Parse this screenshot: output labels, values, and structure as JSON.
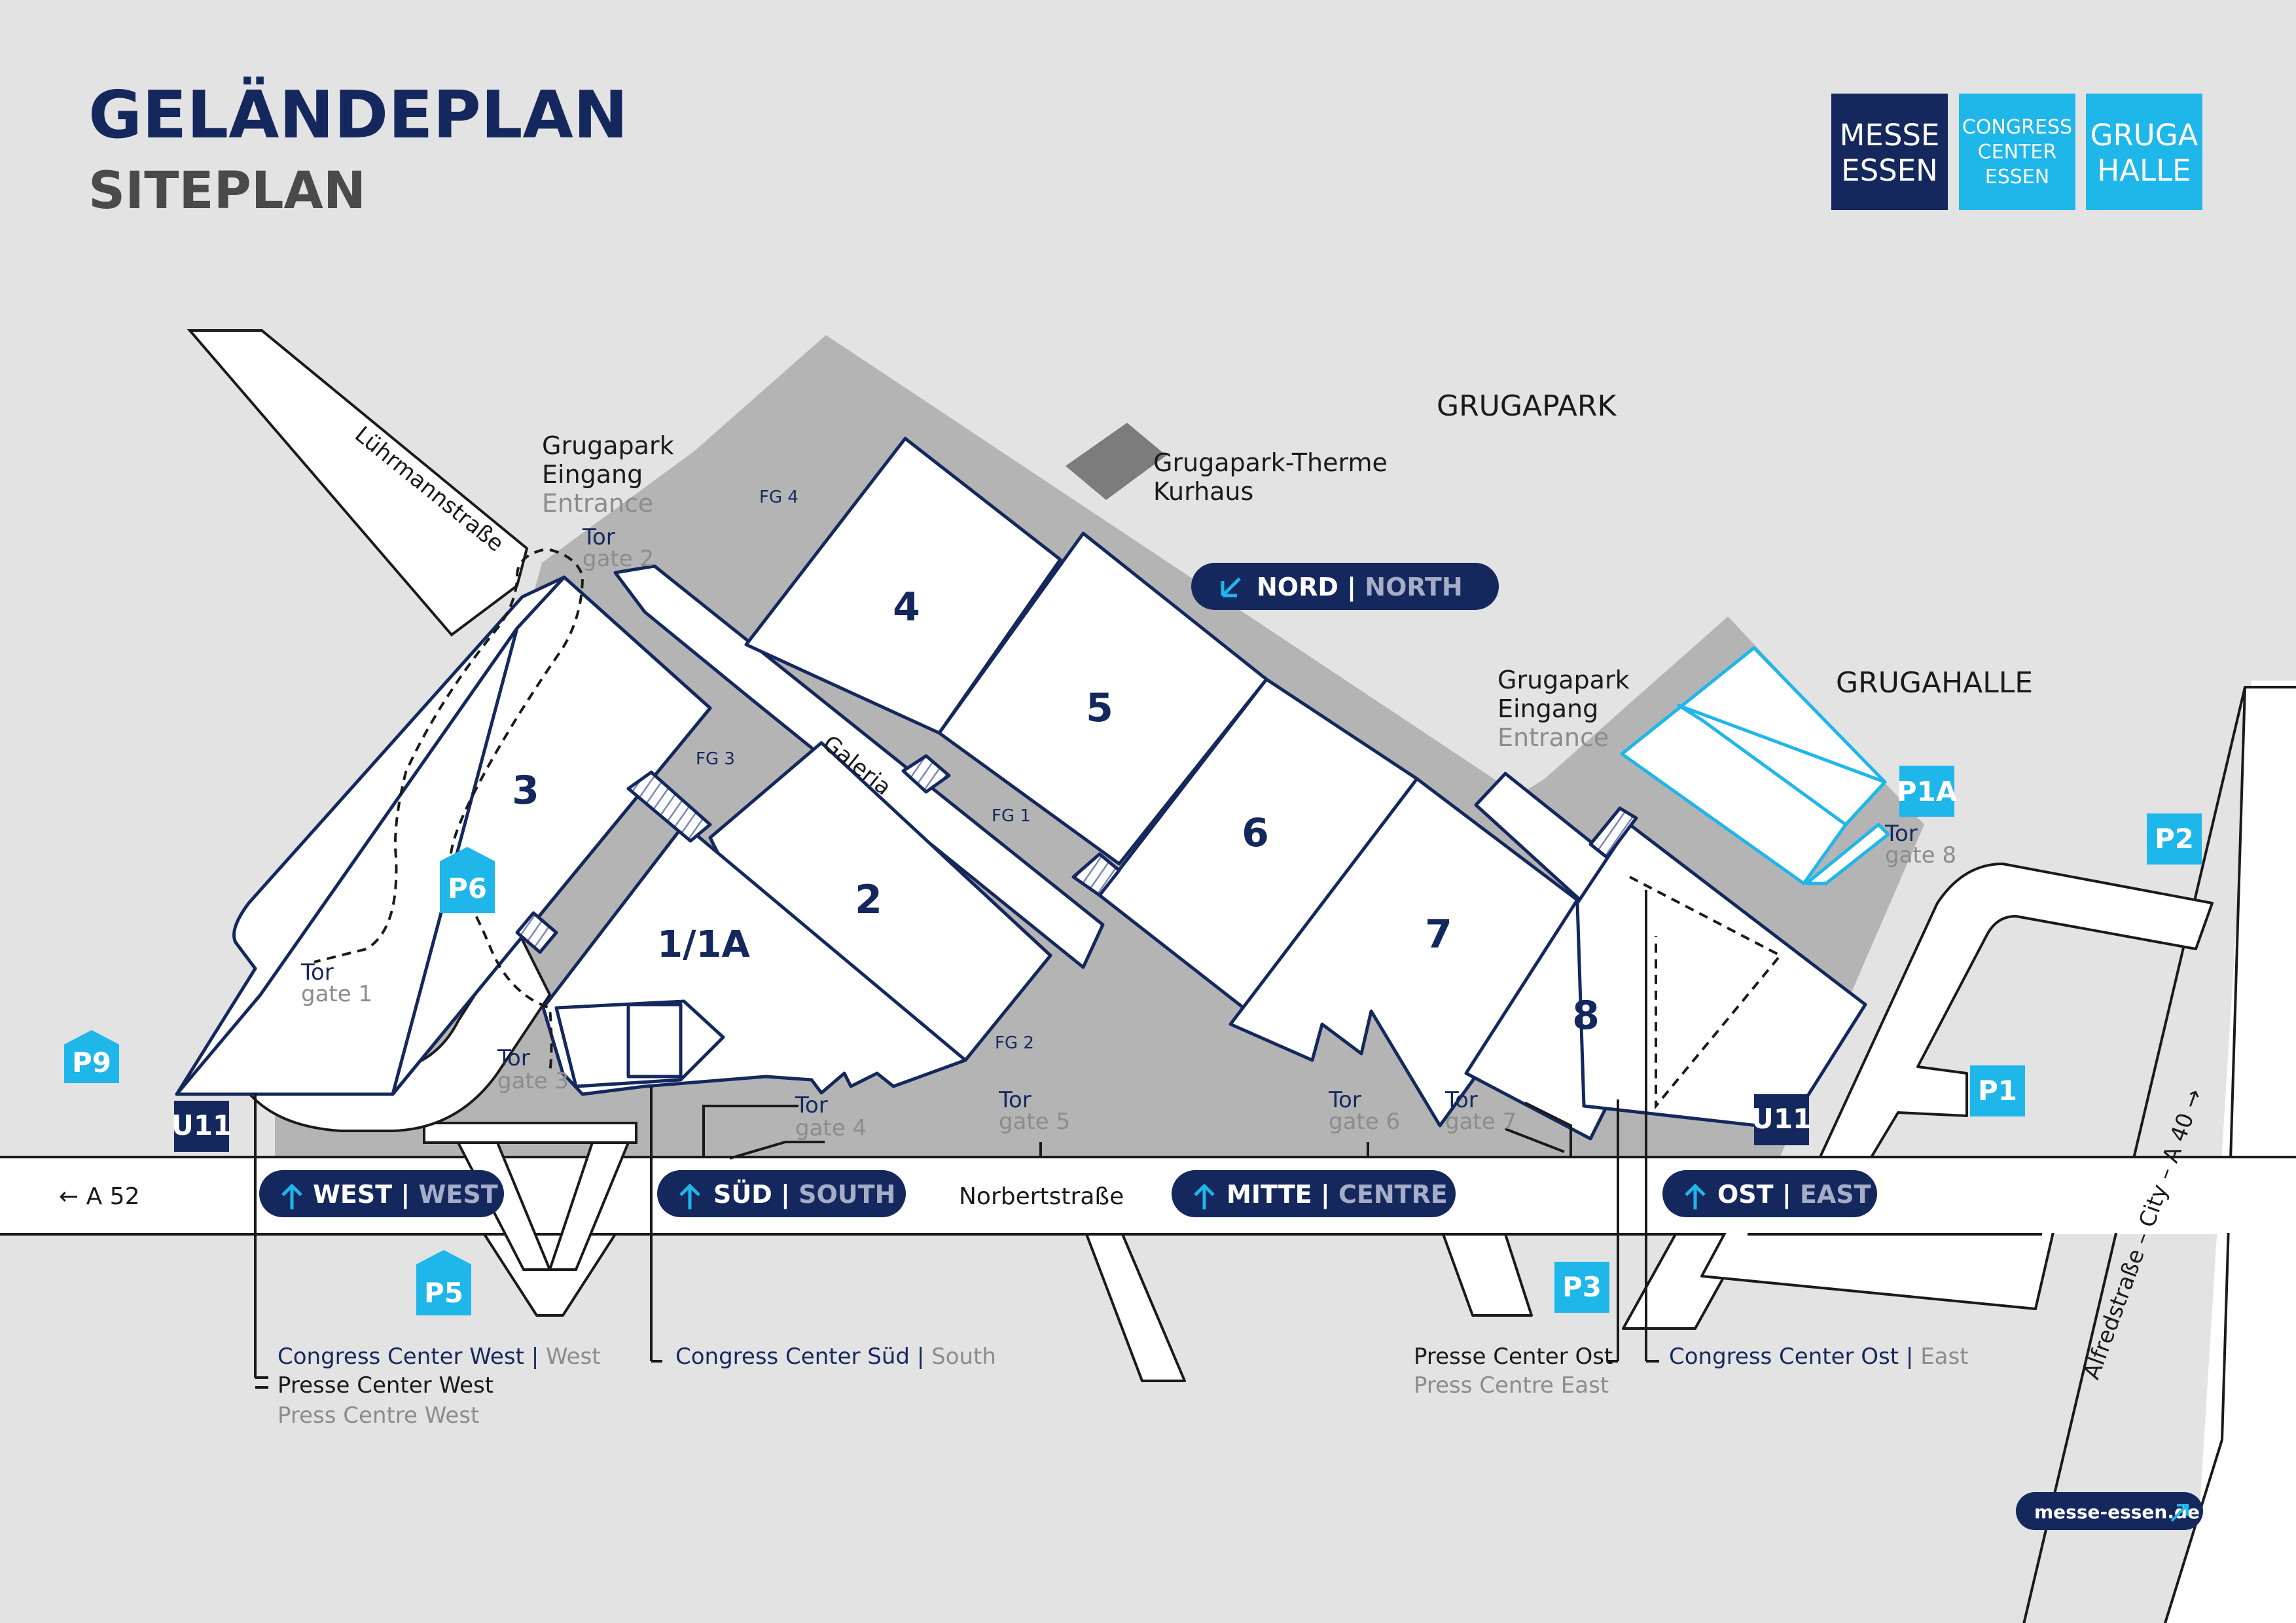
{
  "header": {
    "title": "GELÄNDEPLAN",
    "subtitle": "SITEPLAN"
  },
  "logos": {
    "messe": [
      "MESSE",
      "ESSEN"
    ],
    "congress": [
      "CONGRESS",
      "CENTER",
      "ESSEN"
    ],
    "gruga": [
      "GRUGA",
      "HALLE"
    ]
  },
  "areas": {
    "grugapark": "GRUGAPARK",
    "grugahalle": "GRUGAHALLE",
    "therme": [
      "Grugapark-Therme",
      "Kurhaus"
    ],
    "park_entrance_1": [
      "Grugapark",
      "Eingang",
      "Entrance"
    ],
    "park_entrance_2": [
      "Grugapark",
      "Eingang",
      "Entrance"
    ]
  },
  "streets": {
    "luehrmann": "Lührmannstraße",
    "norbert": "Norbertstraße",
    "a52": "← A 52",
    "alfred": "Alfredstraße – City – A 40 →",
    "galeria": "Galeria"
  },
  "halls": [
    "1/1A",
    "2",
    "3",
    "4",
    "5",
    "6",
    "7",
    "8"
  ],
  "foyers": [
    "FG 1",
    "FG 2",
    "FG 3",
    "FG 4"
  ],
  "gates": [
    {
      "de": "Tor",
      "en": "gate",
      "n": "1"
    },
    {
      "de": "Tor",
      "en": "gate",
      "n": "2"
    },
    {
      "de": "Tor",
      "en": "gate",
      "n": "3"
    },
    {
      "de": "Tor",
      "en": "gate",
      "n": "4"
    },
    {
      "de": "Tor",
      "en": "gate",
      "n": "5"
    },
    {
      "de": "Tor",
      "en": "gate",
      "n": "6"
    },
    {
      "de": "Tor",
      "en": "gate",
      "n": "7"
    },
    {
      "de": "Tor",
      "en": "gate",
      "n": "8"
    }
  ],
  "parking": [
    "P1",
    "P1A",
    "P2",
    "P3",
    "P5",
    "P6",
    "P9"
  ],
  "transit": [
    "U11",
    "U11"
  ],
  "entrances": [
    {
      "de": "WEST",
      "en": "WEST"
    },
    {
      "de": "SÜD",
      "en": "SOUTH"
    },
    {
      "de": "MITTE",
      "en": "CENTRE"
    },
    {
      "de": "OST",
      "en": "EAST"
    },
    {
      "de": "NORD",
      "en": "NORTH"
    }
  ],
  "legend": {
    "cc_west": [
      "Congress Center West",
      "West"
    ],
    "presse_west": [
      "Presse Center West",
      "Press Centre West"
    ],
    "cc_sued": [
      "Congress Center Süd",
      "South"
    ],
    "presse_ost": [
      "Presse Center Ost",
      "Press Centre East"
    ],
    "cc_ost": [
      "Congress Center Ost",
      "East"
    ]
  },
  "website": "messe-essen.de",
  "colors": {
    "background": "#e3e3e3",
    "venue_grey": "#b4b4b4",
    "navy": "#15285e",
    "cyan": "#1fb6ea",
    "grey_text": "#8c8c8c",
    "halls": "#ffffff"
  }
}
